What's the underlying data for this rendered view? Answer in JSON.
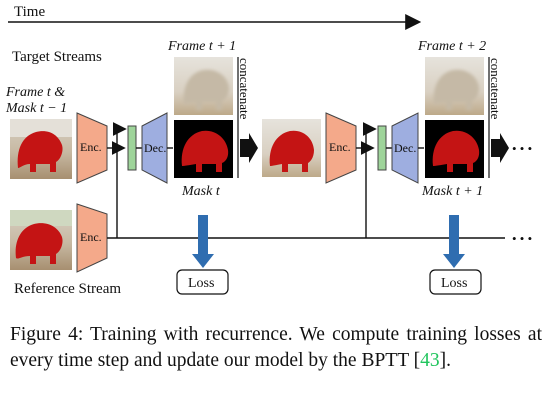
{
  "time_label": "Time",
  "target_streams_label": "Target Streams",
  "reference_stream_label": "Reference Stream",
  "input_label_line1": "Frame t &",
  "input_label_line2": "Mask t − 1",
  "frame_t1_label": "Frame t + 1",
  "frame_t2_label": "Frame t + 2",
  "mask_t_label": "Mask t",
  "mask_t1_label": "Mask t + 1",
  "concatenate_label": "concatenate",
  "encoder_label": "Enc.",
  "decoder_label": "Dec.",
  "loss_label": "Loss",
  "ellipsis": "• • •",
  "colors": {
    "encoder": "#f4a98a",
    "decoder": "#9eaee0",
    "concat_block": "#9ed49a",
    "loss_arrow": "#2f6db0",
    "mask_fill": "#c41414",
    "mask_bg": "#000000"
  },
  "caption": {
    "prefix": "Figure 4:  Training with recurrence.  We compute training losses at every time step and update our model by the BPTT [",
    "citation": "43",
    "suffix": "]."
  }
}
